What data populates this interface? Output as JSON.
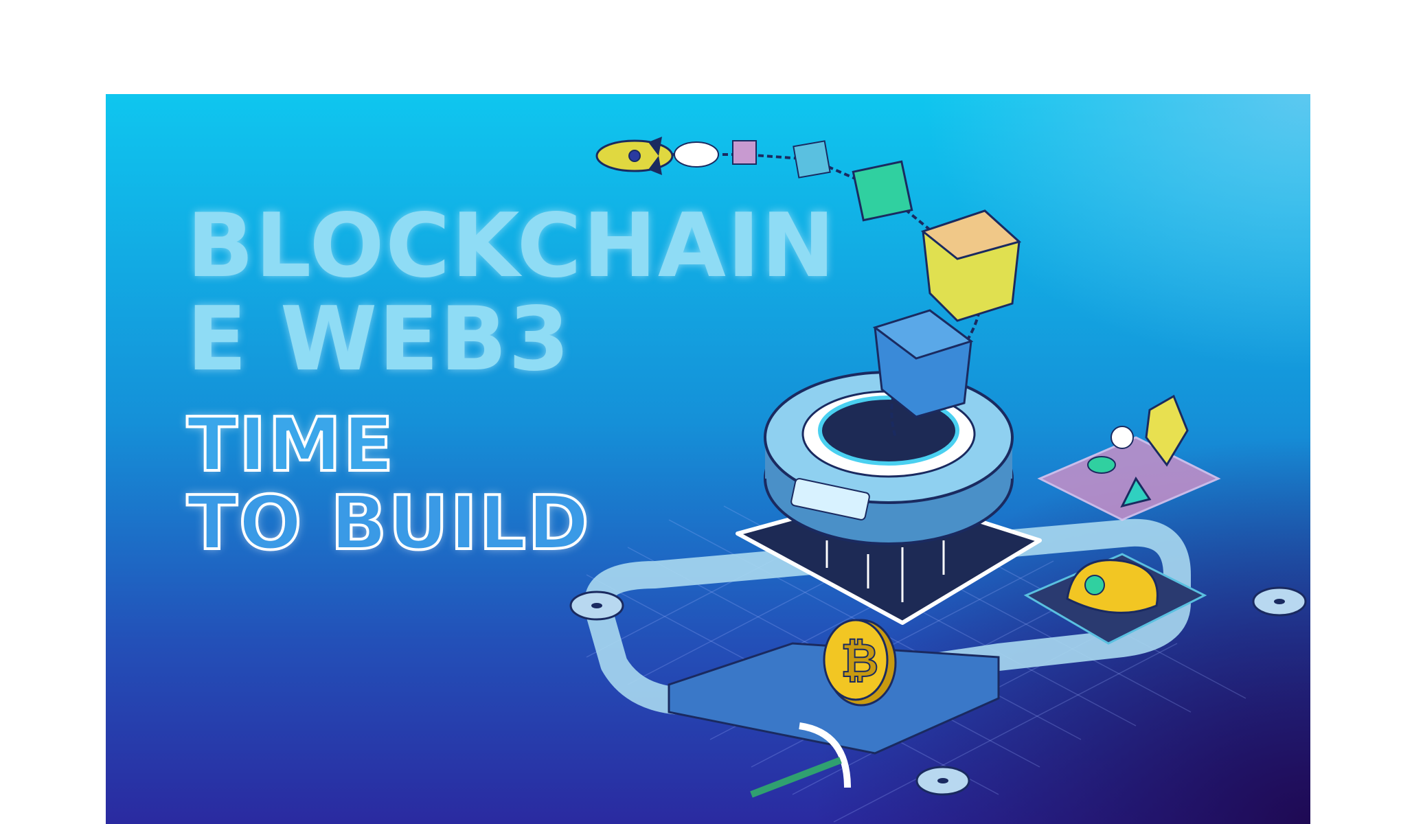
{
  "banner": {
    "headline_line1": "BLOCKCHAIN",
    "headline_line2": "E WEB3",
    "tagline_line1": "TIME",
    "tagline_line2": "TO BUILD"
  },
  "illustration": {
    "elements": [
      "rocket",
      "chained-blocks",
      "portal-ring",
      "bitcoin-coin",
      "mining-helmet",
      "crystal-gem",
      "cooling-fans",
      "pickaxe"
    ]
  },
  "colors": {
    "bg_top": "#0fc6ef",
    "bg_bottom": "#2a2aa0",
    "bg_corner": "#1e0850",
    "headline": "#8fdcf5",
    "tagline_outline": "#ffffff",
    "coin": "#f2c623"
  }
}
